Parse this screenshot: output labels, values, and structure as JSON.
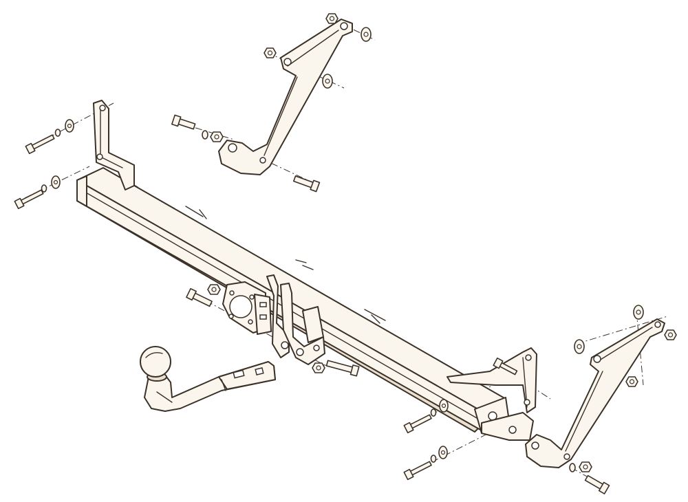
{
  "colors": {
    "background": "#ffffff",
    "line": "#3b3128",
    "part_fill": "#faf6ee",
    "shade_fill": "#e9e0cf"
  },
  "components": [
    "crossbar",
    "left-side-bracket",
    "right-side-bracket",
    "upper-mounting-bracket",
    "lower-right-mounting-bracket",
    "socket-plate",
    "tow-ball-neck",
    "bolts",
    "nuts",
    "washers"
  ]
}
